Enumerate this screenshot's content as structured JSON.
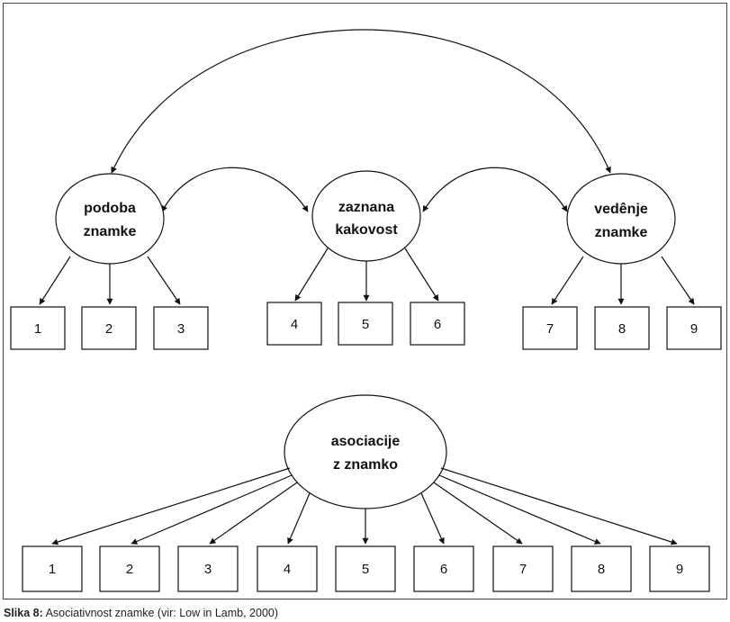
{
  "top_model": {
    "latents": [
      {
        "id": "podoba",
        "lines": [
          "podoba",
          "znamke"
        ],
        "indicators": [
          "1",
          "2",
          "3"
        ]
      },
      {
        "id": "kakovost",
        "lines": [
          "zaznana",
          "kakovost"
        ],
        "indicators": [
          "4",
          "5",
          "6"
        ]
      },
      {
        "id": "vedenje",
        "lines": [
          "vedênje",
          "znamke"
        ],
        "indicators": [
          "7",
          "8",
          "9"
        ]
      }
    ]
  },
  "bottom_model": {
    "latent": {
      "id": "asociacije",
      "lines": [
        "asociacije",
        "z znamko"
      ]
    },
    "indicators": [
      "1",
      "2",
      "3",
      "4",
      "5",
      "6",
      "7",
      "8",
      "9"
    ]
  },
  "caption": {
    "label": "Slika 8:",
    "text": " Asociativnost znamke (vir: Low in Lamb, 2000)"
  }
}
